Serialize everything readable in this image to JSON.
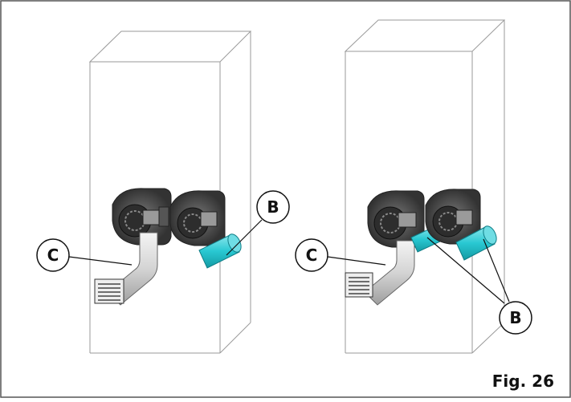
{
  "figure": {
    "caption": "Fig. 26",
    "left_panel": {
      "callouts": [
        "C",
        "B"
      ]
    },
    "right_panel": {
      "callouts": [
        "C",
        "B"
      ]
    }
  },
  "colors": {
    "frame": "#555555",
    "outline": "#888888",
    "duct_highlight": "#29c8d2",
    "duct_grey": "#d9d9d9",
    "fan_dark": "#4a4a4a",
    "fan_light": "#bfbfbf"
  }
}
